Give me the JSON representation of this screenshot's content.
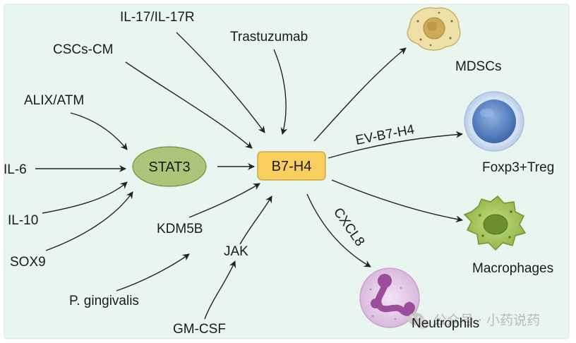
{
  "nodes": {
    "stat3": "STAT3",
    "b7h4": "B7-H4"
  },
  "inputs": {
    "il17": "IL-17/IL-17R",
    "cscs_cm": "CSCs-CM",
    "trastuzumab": "Trastuzumab",
    "alix_atm": "ALIX/ATM",
    "il6": "IL-6",
    "il10": "IL-10",
    "sox9": "SOX9",
    "kdm5b": "KDM5B",
    "jak": "JAK",
    "p_gingivalis": "P. gingivalis",
    "gm_csf": "GM-CSF"
  },
  "edges": {
    "ev_b7h4": "EV-B7-H4",
    "cxcl8": "CXCL8"
  },
  "cells": {
    "mdscs": "MDSCs",
    "treg": "Foxp3+Treg",
    "macrophages": "Macrophages",
    "neutrophils": "Neutrophils"
  },
  "watermark": "公众号 · 小药说药",
  "colors": {
    "panel_bg": "#e9f6ef",
    "stat3_fill": "#a9c678",
    "b7h4_fill": "#f8cf5e",
    "mdsc_fill": "#efe0a8",
    "treg_fill": "#5d86c7",
    "macrophage_fill": "#a7c85a",
    "neutrophil_fill": "#e3c6e6"
  }
}
